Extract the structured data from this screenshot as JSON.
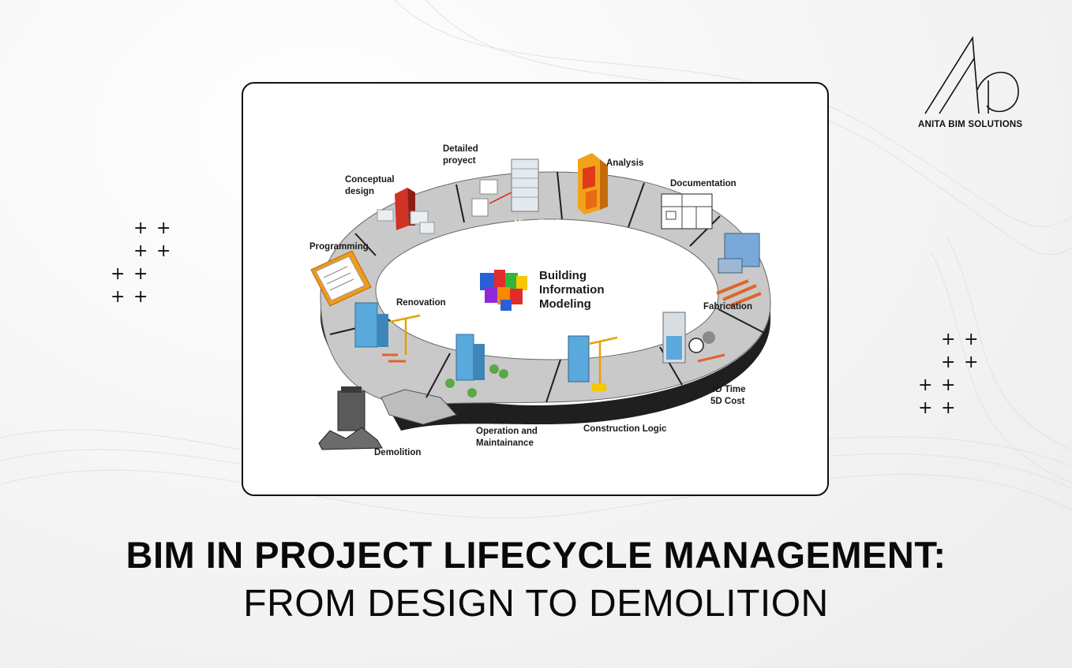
{
  "brand": {
    "logo_icon": "anita-bim-logo-icon",
    "name": "ANITA BIM SOLUTIONS"
  },
  "diagram": {
    "center_title_lines": [
      "Building",
      "Information",
      "Modeling"
    ],
    "ring_label": "Visualization",
    "stages": {
      "programming": "Programming",
      "conceptual_design": [
        "Conceptual",
        "design"
      ],
      "detailed_project": [
        "Detailed",
        "proyect"
      ],
      "analysis": "Analysis",
      "documentation": "Documentation",
      "fabrication": "Fabrication",
      "time_cost": [
        "4D Time",
        "5D Cost"
      ],
      "construction_logic": "Construction Logic",
      "operation": [
        "Operation and",
        "Maintainance"
      ],
      "demolition": "Demolition",
      "renovation": "Renovation"
    },
    "colors": {
      "ring_top": "#c9c9c9",
      "ring_side": "#222222",
      "building_blue": "#5aa9dc",
      "analysis_orange": "#f2a21a",
      "fabrication_orange": "#e0652a"
    }
  },
  "headline": {
    "line1": "BIM IN PROJECT LIFECYCLE MANAGEMENT:",
    "line2": "FROM DESIGN TO DEMOLITION"
  },
  "decor": {
    "plus_icon": "plus-icon",
    "plus_symbol": "+"
  }
}
